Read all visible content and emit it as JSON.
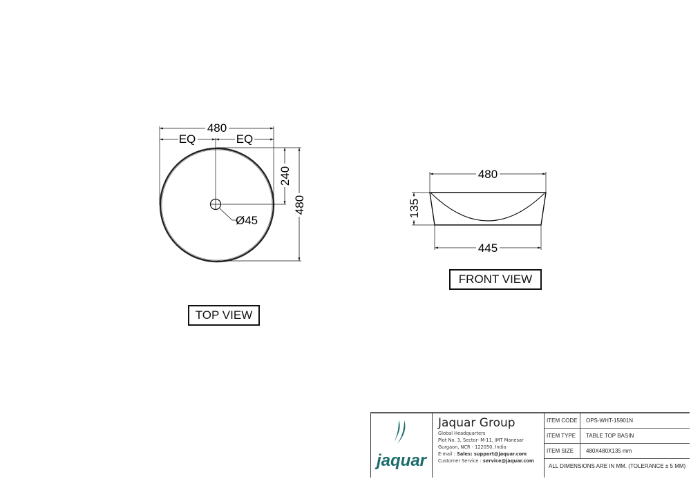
{
  "top_view": {
    "label": "TOP VIEW",
    "dim_width": "480",
    "dim_eq_left": "EQ",
    "dim_eq_right": "EQ",
    "dim_depth": "480",
    "dim_to_center": "240",
    "dim_drain": "Ø45"
  },
  "front_view": {
    "label": "FRONT VIEW",
    "dim_top_width": "480",
    "dim_bottom_width": "445",
    "dim_height": "135"
  },
  "title_block": {
    "logo_text": "jaquar",
    "company": "Jaquar Group",
    "address_lines": [
      "Global Headquarters",
      "Plot No. 3, Sector- M-11, IMT Manesar",
      "Gurgaon, NCR - 122050, India"
    ],
    "email_label": "E-mail : ",
    "email_value": "Sales: support@jaquar.com",
    "service_label": "Customer Service : ",
    "service_value": "service@jaquar.com",
    "rows": [
      {
        "key": "ITEM CODE",
        "value": "OPS-WHT-15901N"
      },
      {
        "key": "ITEM TYPE",
        "value": "TABLE TOP BASIN"
      },
      {
        "key": "ITEM SIZE",
        "value": "480X480X135 mm"
      }
    ],
    "note": "ALL DIMENSIONS ARE IN MM. (TOLERANCE ± 5 MM)"
  },
  "colors": {
    "line": "#111111",
    "brand_teal": "#1b6b6b"
  }
}
